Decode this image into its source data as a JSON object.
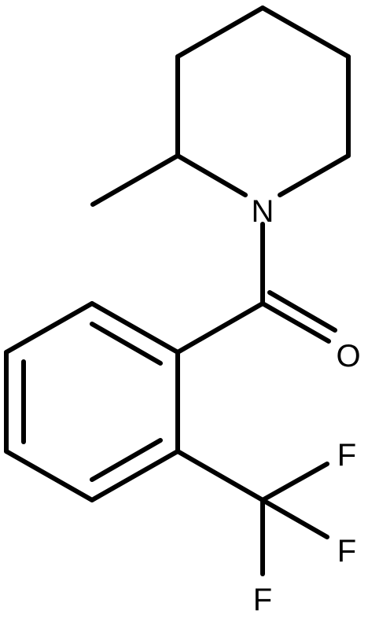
{
  "atoms": {
    "nitrogen": "N",
    "oxygen": "O",
    "fluorine_1": "F",
    "fluorine_2": "F",
    "fluorine_3": "F"
  },
  "colors": {
    "bond": "#000000",
    "label": "#000000",
    "background": "#ffffff"
  }
}
